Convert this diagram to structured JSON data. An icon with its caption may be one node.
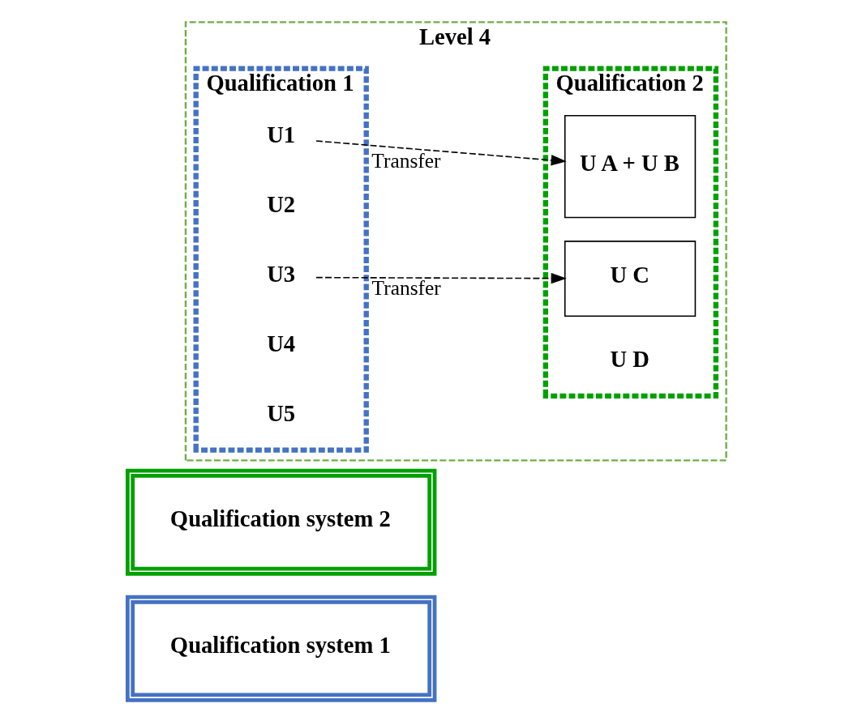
{
  "diagram": {
    "nodes": [
      {
        "text": [
          "Qualification system 1"
        ]
      },
      {
        "text": [
          "Qualification system 2"
        ]
      },
      {
        "text": [
          "Level 4"
        ]
      },
      {
        "text": [
          "Qualification 1"
        ],
        "in": 2
      },
      {
        "text": [
          "U1"
        ],
        "in": 3
      },
      {
        "text": [
          "U2"
        ],
        "in": 3
      },
      {
        "text": [
          "U3"
        ],
        "in": 3
      },
      {
        "text": [
          "U4"
        ],
        "in": 3
      },
      {
        "text": [
          "U5"
        ],
        "in": 3
      },
      {
        "text": [
          "Qualification 2"
        ],
        "in": 2
      },
      {
        "text": [
          "U A + U B"
        ],
        "in": 9
      },
      {
        "text": [
          "U C"
        ],
        "in": 9
      },
      {
        "text": [
          "U D"
        ],
        "in": 9
      }
    ],
    "edges": [
      {
        "from": 4,
        "to": 10,
        "arrow": "to",
        "style": "dashed",
        "label": "Transfer"
      },
      {
        "from": 6,
        "to": 11,
        "arrow": "to",
        "style": "dashed",
        "label": "Transfer"
      }
    ]
  }
}
